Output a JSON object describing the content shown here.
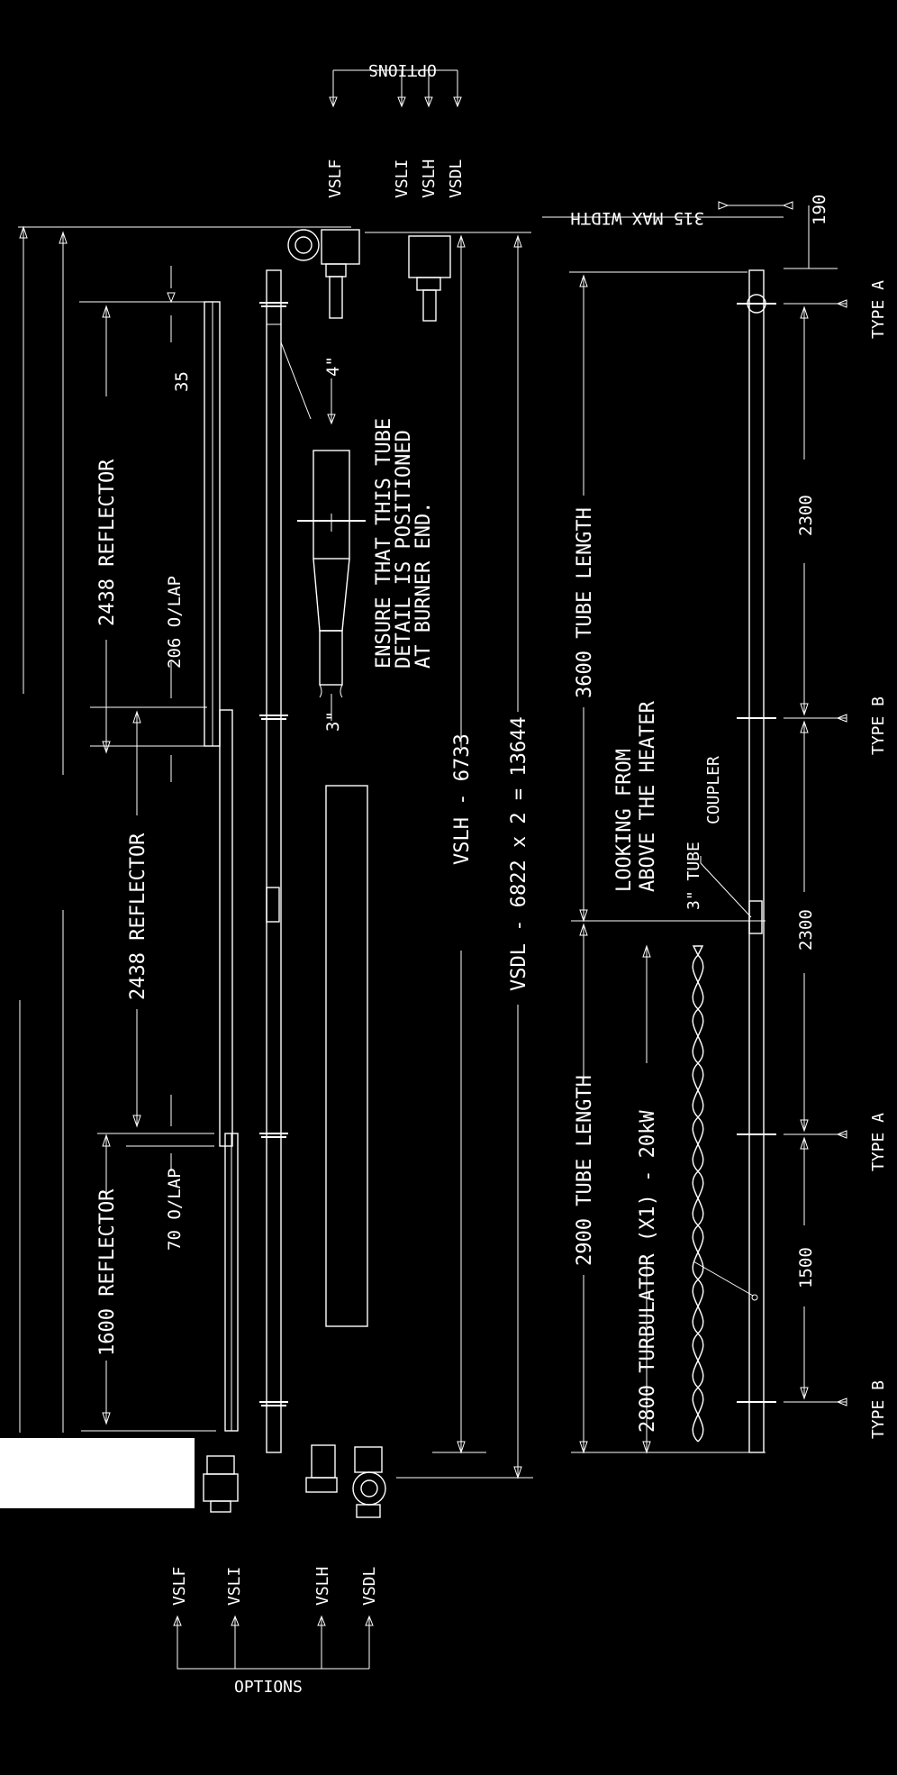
{
  "colors": {
    "background": "#000000",
    "lines": "#ffffff",
    "title_block": "#ffffff"
  },
  "options_top": {
    "title": "OPTIONS",
    "items": [
      "VSLF",
      "VSLI",
      "VSLH",
      "VSDL"
    ]
  },
  "options_bottom": {
    "title": "OPTIONS",
    "items": [
      "VSLF",
      "VSLI",
      "VSLH",
      "VSDL"
    ]
  },
  "dimensions": {
    "max_width": "315 MAX WIDTH",
    "dim_190": "190",
    "dim_35": "35",
    "reflector_top": "2438 REFLECTOR",
    "overlap_206": "206 O/LAP",
    "reflector_mid": "2438 REFLECTOR",
    "overlap_70": "70 O/LAP",
    "reflector_bottom": "1600 REFLECTOR",
    "vslh": "VSLH - 6733",
    "vsdl": "VSDL - 6822 x 2 = 13644",
    "tube_3600": "3600 TUBE LENGTH",
    "tube_2900": "2900 TUBE LENGTH",
    "turbulator": "2800 TURBULATOR (X1) - 20kW",
    "spacing_1": "2300",
    "spacing_2": "2300",
    "spacing_3": "1500"
  },
  "detail": {
    "size_4": "4\"",
    "size_3": "3\"",
    "note_line1": "ENSURE THAT THIS TUBE",
    "note_line2": "DETAIL IS POSITIONED",
    "note_line3": "AT BURNER END."
  },
  "view_note": {
    "line1": "LOOKING FROM",
    "line2": "ABOVE THE HEATER"
  },
  "coupler": {
    "line1": "3\" TUBE",
    "line2": "COUPLER"
  },
  "hangers": [
    "TYPE A",
    "TYPE B",
    "TYPE A",
    "TYPE B"
  ]
}
